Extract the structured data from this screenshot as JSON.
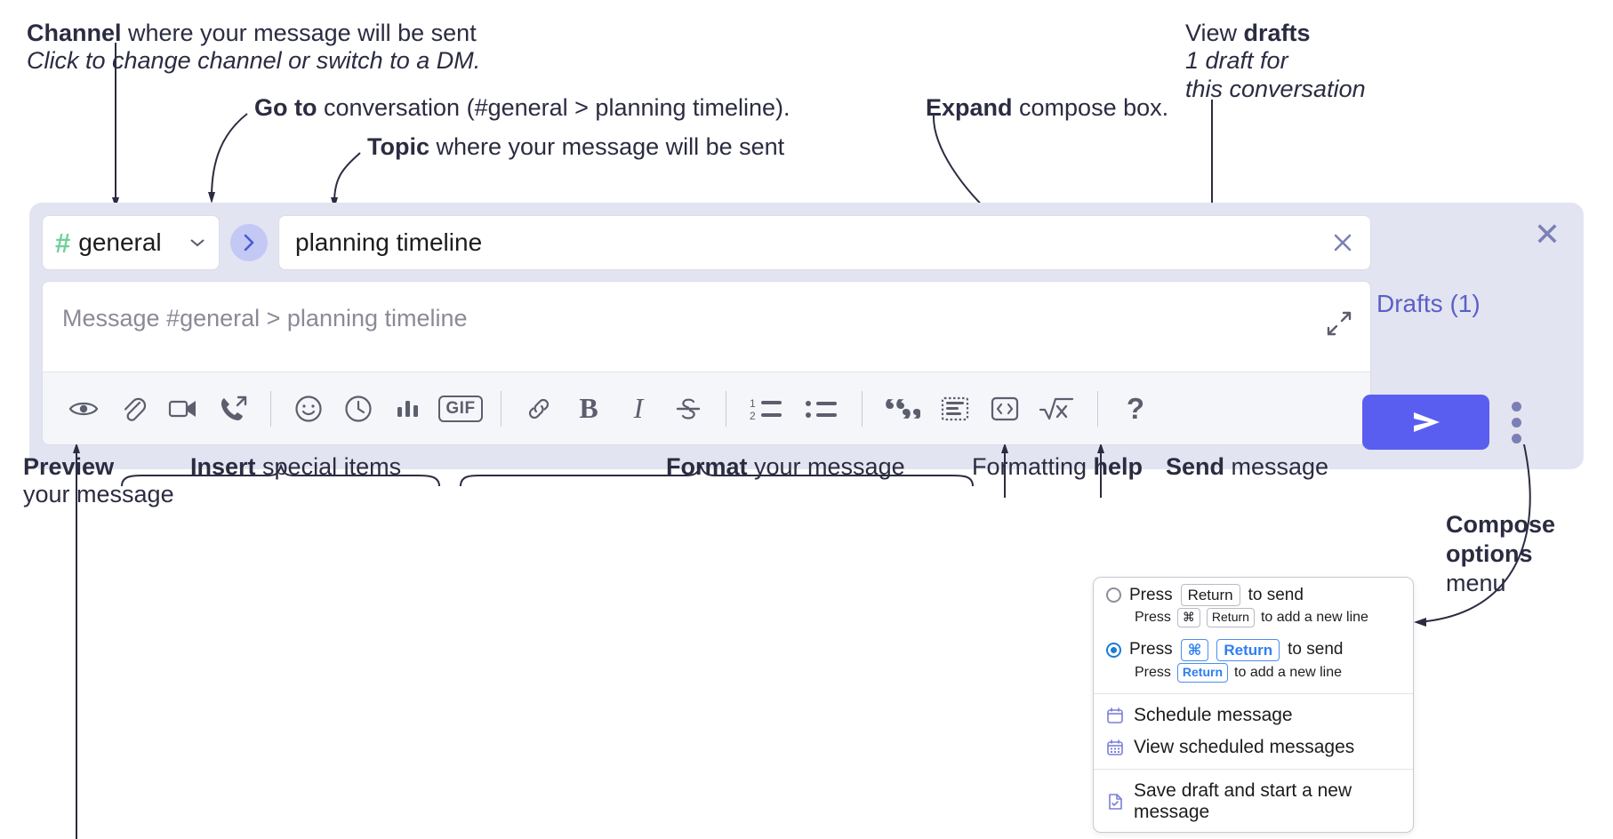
{
  "annotations": {
    "channel": {
      "bold": "Channel",
      "rest": " where your message will be sent",
      "italic": "Click to change channel or switch to a DM."
    },
    "goto": {
      "bold": "Go to",
      "rest": " conversation (#general > planning timeline)."
    },
    "topic": {
      "bold": "Topic",
      "rest": " where your message will be sent"
    },
    "expand": {
      "bold": "Expand",
      "rest": " compose box."
    },
    "drafts": {
      "pre": "View ",
      "bold": "drafts",
      "italic1": "1 draft for",
      "italic2": "this conversation"
    },
    "preview": {
      "bold": "Preview",
      "rest": "your message"
    },
    "insert": {
      "bold": "Insert",
      "rest": " special items"
    },
    "format": {
      "bold": "Format",
      "rest": " your message"
    },
    "help": {
      "pre": "Formatting ",
      "bold": "help"
    },
    "send": {
      "bold": "Send",
      "rest": " message"
    },
    "compose_options": {
      "bold1": "Compose",
      "bold2": "options",
      "rest": "menu"
    }
  },
  "compose": {
    "channel_name": "general",
    "hash_symbol": "#",
    "caret_glyph": "⌄",
    "goto_glyph": "›",
    "topic_value": "planning timeline",
    "topic_clear_glyph": "✕",
    "message_placeholder": "Message #general > planning timeline",
    "close_glyph": "✕",
    "drafts_label": "Drafts (1)",
    "gif_label": "GIF",
    "bold_label": "B",
    "italic_label": "I",
    "help_label": "?",
    "toolbar_icons": [
      "preview-eye-icon",
      "attachment-paperclip-icon",
      "video-camera-icon",
      "phone-forward-icon",
      "emoji-smiley-icon",
      "clock-icon",
      "poll-bars-icon",
      "gif-icon",
      "link-icon",
      "bold-icon",
      "italic-icon",
      "strikethrough-icon",
      "ordered-list-icon",
      "bulleted-list-icon",
      "blockquote-icon",
      "code-block-icon",
      "inline-code-icon",
      "math-formula-icon",
      "formatting-help-icon"
    ]
  },
  "menu": {
    "option1": {
      "press": "Press",
      "key": "Return",
      "suffix": "to send",
      "sub_press": "Press",
      "sub_key1": "⌘",
      "sub_key2": "Return",
      "sub_suffix": "to add a new line",
      "selected": false
    },
    "option2": {
      "press": "Press",
      "key1": "⌘",
      "key2": "Return",
      "suffix": "to send",
      "sub_press": "Press",
      "sub_key": "Return",
      "sub_suffix": "to add a new line",
      "selected": true
    },
    "items": [
      {
        "label": "Schedule message",
        "icon": "calendar-icon"
      },
      {
        "label": "View scheduled messages",
        "icon": "calendar-grid-icon"
      },
      {
        "label": "Save draft and start a new message",
        "icon": "save-draft-icon"
      }
    ]
  },
  "colors": {
    "accent": "#5a5ef0",
    "panel": "#e3e4f1",
    "draft_text": "#5b5fc7",
    "hash_green": "#6fd09a",
    "radio_blue": "#1c7cd6"
  }
}
